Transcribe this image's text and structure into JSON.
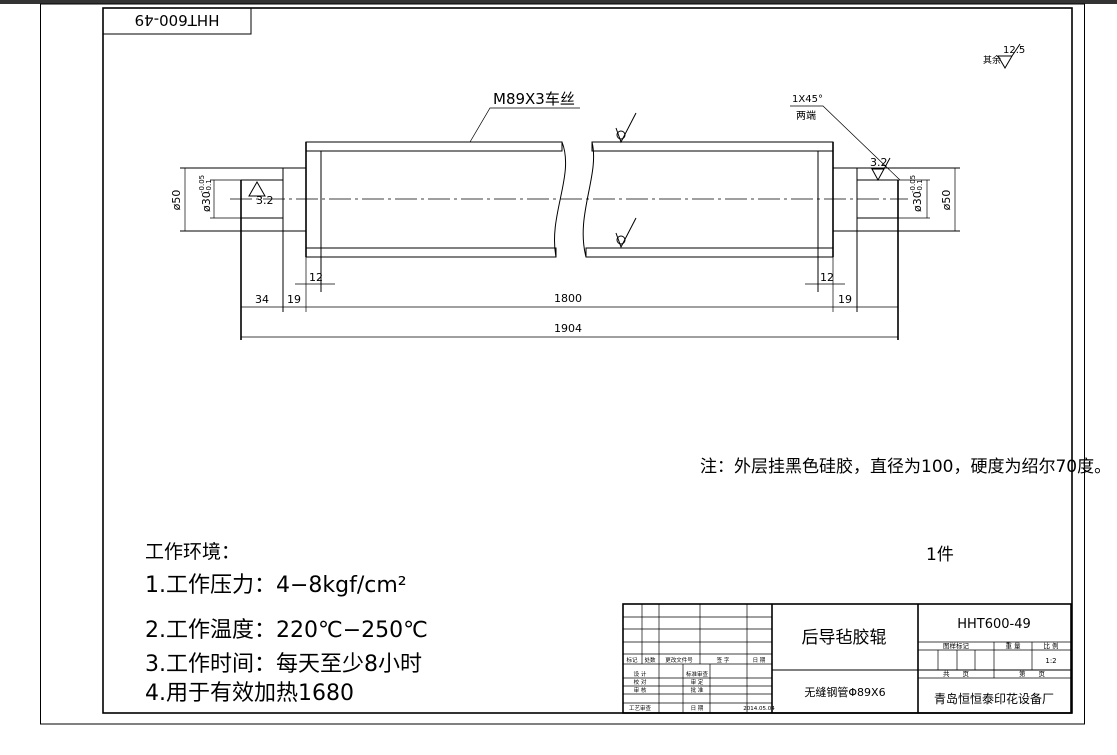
{
  "drawing": {
    "corner_code": "HHT600-49",
    "thread_note": "M89X3车丝",
    "chamfer_note": "1X45°",
    "chamfer_scope": "两端",
    "rest_roughness_label": "其余",
    "rest_roughness_value": "12.5",
    "roughness_value": "3.2",
    "dims": {
      "d50_left": "ø50",
      "d30_left": "ø30",
      "tol_upper_left": "-0.05",
      "tol_lower_left": "-0.1",
      "d50_right": "ø50",
      "d30_right": "ø30",
      "tol_upper_right": "-0.05",
      "tol_lower_right": "-0.1",
      "wall_left": "12",
      "wall_right": "12",
      "step_left": "19",
      "step_right": "19",
      "journal_left": "34",
      "body_length": "1800",
      "total_length": "1904"
    },
    "note": "注：外层挂黑色硅胶，直径为100，硬度为绍尔70度。",
    "quantity": "1件",
    "environment": {
      "title": "工作环境：",
      "items": [
        "1.工作压力：4−8kgf/cm²",
        "2.工作温度：220℃−250℃",
        "3.工作时间：每天至少8小时",
        "4.用于有效加热1680"
      ]
    }
  },
  "title_block": {
    "part_name": "后导毡胶辊",
    "material": "无缝钢管Φ89X6",
    "drawing_no": "HHT600-49",
    "company": "青岛恒恒泰印花设备厂",
    "headers": [
      "标记",
      "处数",
      "更改文件号",
      "签 字",
      "日 期"
    ],
    "roles": {
      "design": "设 计",
      "check": "校 对",
      "review": "审 核",
      "process": "工艺审查",
      "std_review": "标准审查",
      "approve_fix": "审 定",
      "approve": "批 准",
      "date_label": "日 期",
      "date": "2014.05.04"
    },
    "pattern_mark": "图样标记",
    "weight": "重 量",
    "scale_label": "比 例",
    "scale": "1:2",
    "total_pages": "共　　页",
    "page_no": "第　　页"
  }
}
